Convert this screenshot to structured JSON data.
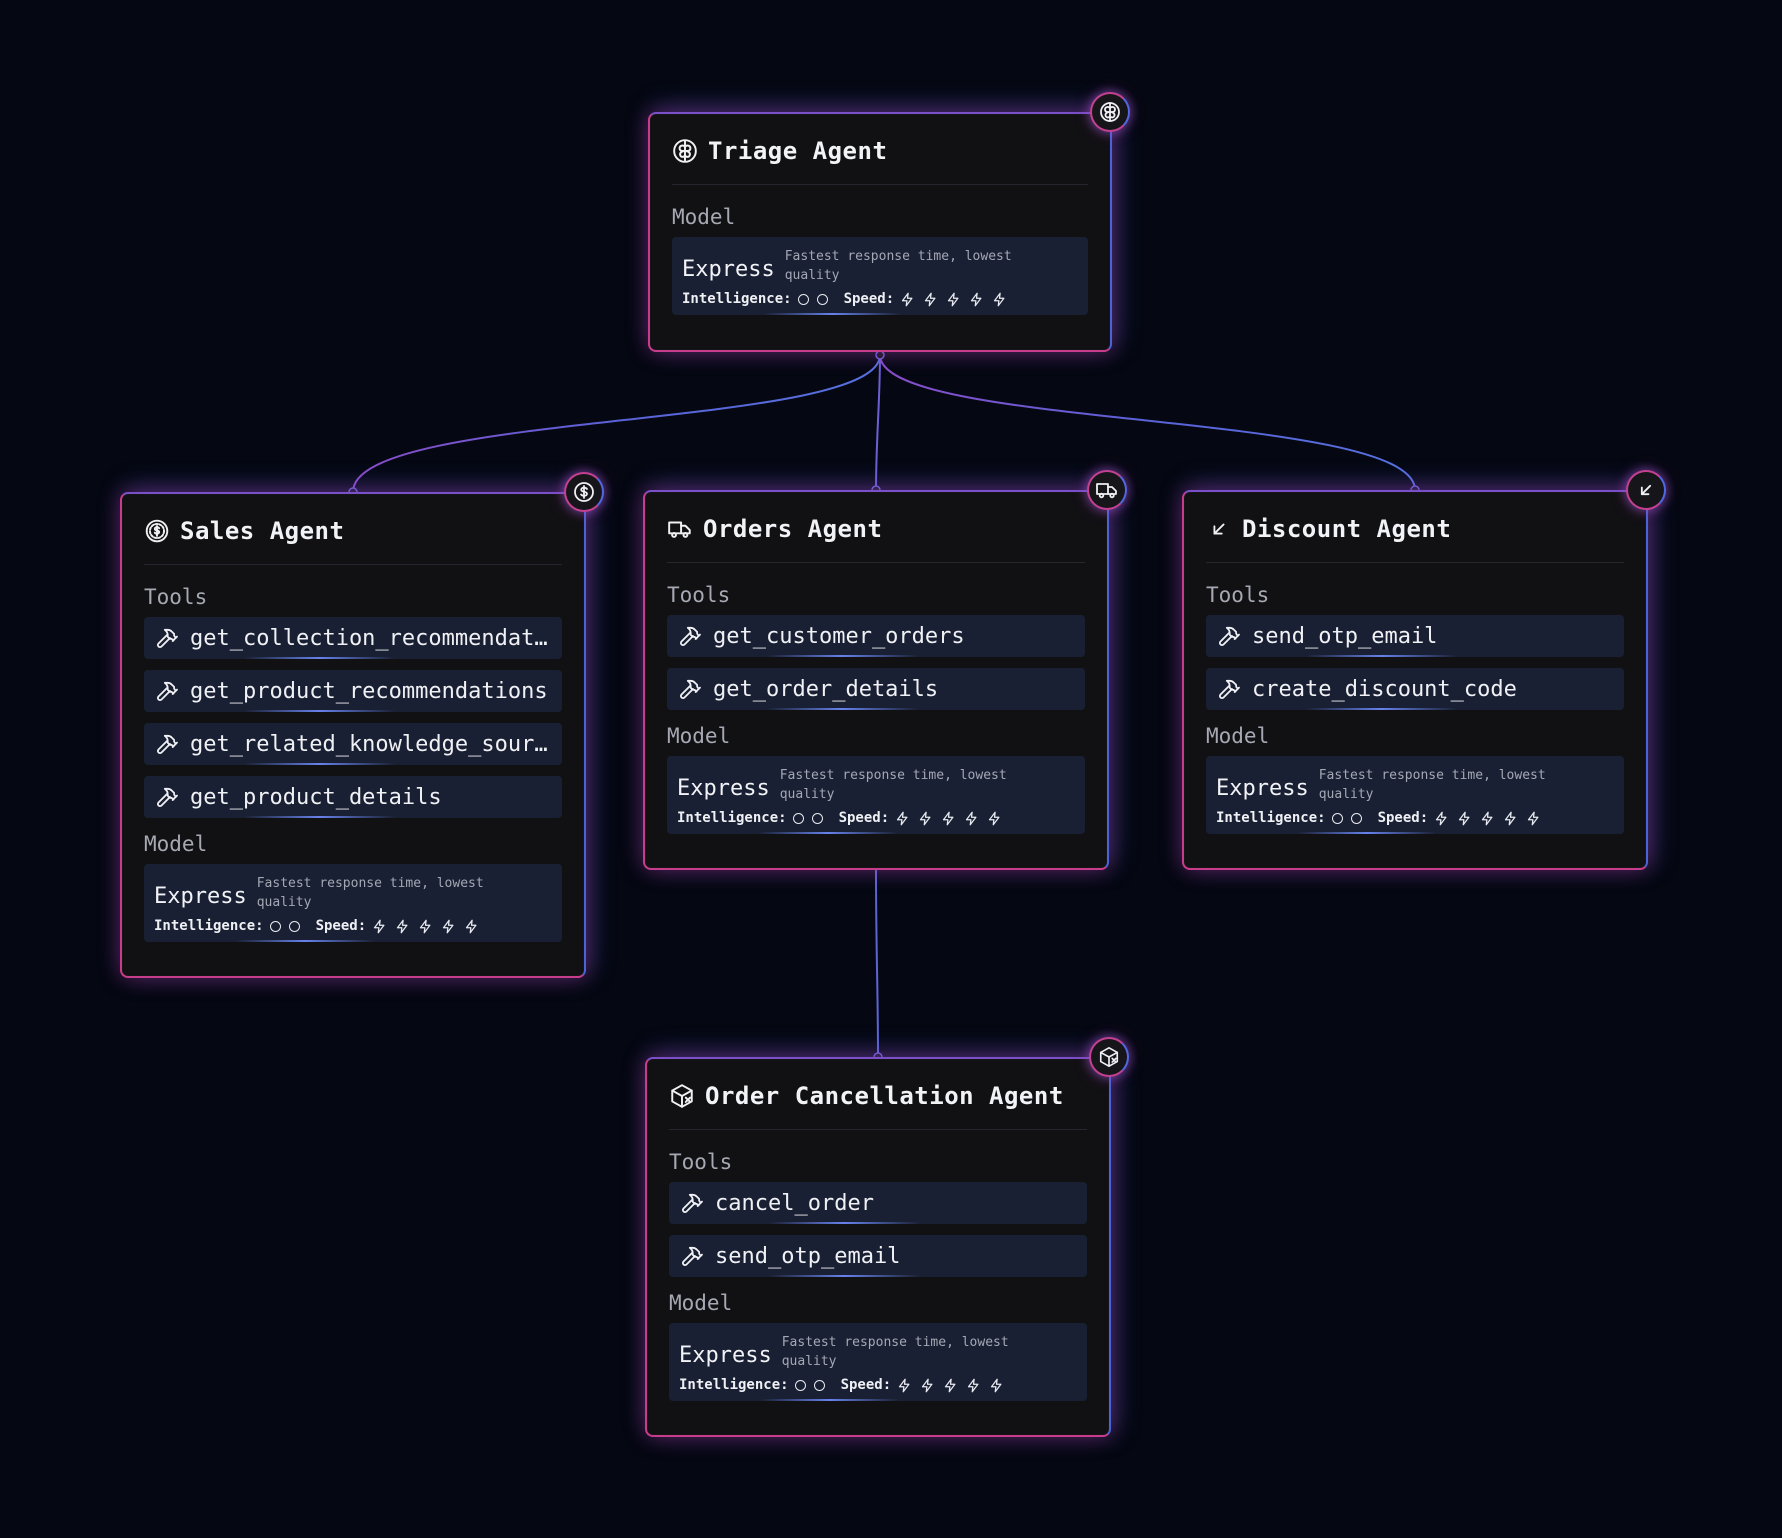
{
  "labels": {
    "tools": "Tools",
    "model": "Model",
    "intelligence": "Intelligence:",
    "speed": "Speed:"
  },
  "model": {
    "name": "Express",
    "description": "Fastest response time, lowest quality",
    "intelligence_dots": 2,
    "speed_bolts": 5
  },
  "agents": {
    "triage": {
      "title": "Triage Agent",
      "icon": "brain-icon",
      "tools": []
    },
    "sales": {
      "title": "Sales Agent",
      "icon": "dollar-circle-icon",
      "tools": [
        "get_collection_recommendations",
        "get_product_recommendations",
        "get_related_knowledge_source",
        "get_product_details"
      ]
    },
    "orders": {
      "title": "Orders Agent",
      "icon": "truck-icon",
      "tools": [
        "get_customer_orders",
        "get_order_details"
      ]
    },
    "discount": {
      "title": "Discount Agent",
      "icon": "arrow-down-left-icon",
      "tools": [
        "send_otp_email",
        "create_discount_code"
      ]
    },
    "cancellation": {
      "title": "Order Cancellation Agent",
      "icon": "package-x-icon",
      "tools": [
        "cancel_order",
        "send_otp_email"
      ]
    }
  },
  "colors": {
    "background": "#050812",
    "card": "#111114",
    "item": "#1a2033",
    "border_pink": "#c83c8c",
    "border_blue": "#4a63d8",
    "edge": "#6a5ad0"
  }
}
